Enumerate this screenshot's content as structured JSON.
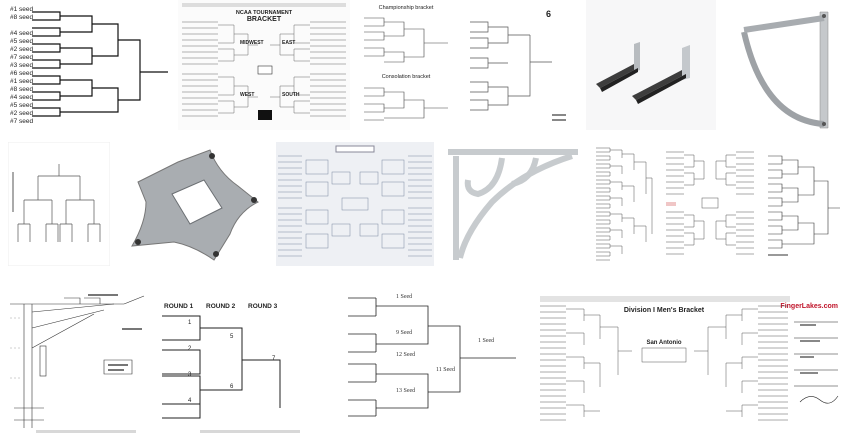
{
  "results": [
    {
      "name": "Bracket 12 team seeds",
      "seeds": [
        "#1 seed",
        "#8 seed",
        "#4 seed",
        "#5 seed",
        "#2 seed",
        "#7 seed",
        "#3 seed",
        "#6 seed",
        "#1 seed",
        "#8 seed",
        "#4 seed",
        "#5 seed",
        "#2 seed",
        "#7 seed"
      ]
    },
    {
      "name": "NCAA tournament bracket",
      "title": "NCAA TOURNAMENT",
      "subtitle": "BRACKET",
      "regions": [
        "MIDWEST",
        "EAST",
        "WEST",
        "SOUTH"
      ]
    },
    {
      "name": "Championship bracket",
      "title": "Championship bracket",
      "subtitle": "Consolation bracket"
    },
    {
      "name": "Six team bracket",
      "number": "6"
    },
    {
      "name": "Cantilever shelf brackets"
    },
    {
      "name": "Curved steel bracket"
    },
    {
      "name": "Double elimination bracket"
    },
    {
      "name": "Four arm mounting plate"
    },
    {
      "name": "32 team seeded bracket"
    },
    {
      "name": "Victorian shelf bracket"
    },
    {
      "name": "64 team bracket vertical"
    },
    {
      "name": "Single elimination bracket"
    },
    {
      "name": "16 team bracket plain"
    },
    {
      "name": "Steel roof bracket drawing"
    },
    {
      "name": "Round bracket",
      "rounds": [
        "ROUND 1",
        "ROUND 2",
        "ROUND 3"
      ],
      "numbers": [
        "1",
        "2",
        "3",
        "4",
        "5",
        "6",
        "7"
      ]
    },
    {
      "name": "Seed bracket",
      "seeds": [
        "1 Seed",
        "9 Seed",
        "12 Seed",
        "13 Seed",
        "11 Seed",
        "1 Seed"
      ]
    },
    {
      "name": "Division I Men's Bracket",
      "title": "Division I Men's Bracket",
      "region": "San Antonio",
      "logo": "FingerLakes.com"
    }
  ]
}
